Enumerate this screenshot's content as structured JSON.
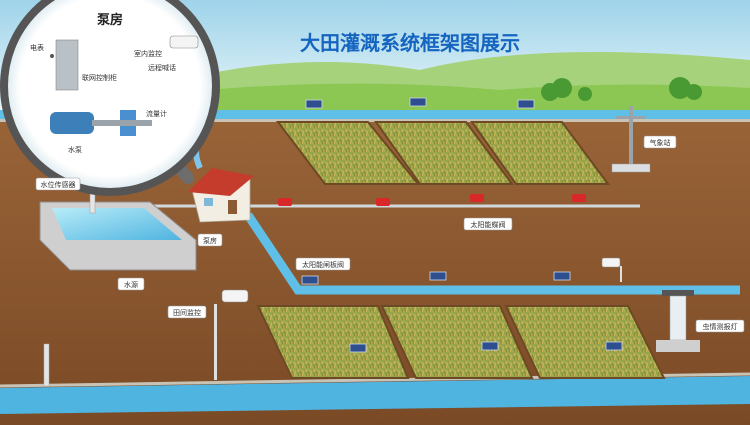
{
  "title": "大田灌溉系统框架图展示",
  "pump_room_inset": {
    "heading": "泵房",
    "labels": {
      "meter": "电表",
      "control_cabinet": "联网控制柜",
      "indoor_monitor": "室内监控",
      "remote_call": "远程喊话",
      "flow_meter": "流量计",
      "pump": "水泵"
    }
  },
  "labels": {
    "water_level_sensor": "水位传感器",
    "pump_house": "泵房",
    "water_source": "水源",
    "weather_station": "气象站",
    "solar_butterfly_valve": "太阳能蝶阀",
    "solar_gate_valve": "太阳能闸板阀",
    "field_monitor": "田间监控",
    "insect_lamp": "虫情测报灯"
  },
  "colors": {
    "sky": "#cfeaf3",
    "soil": "#8a5a34",
    "grass": "#7fbf3c",
    "canal": "#6ec8e8",
    "crop": "#c8b25a"
  }
}
